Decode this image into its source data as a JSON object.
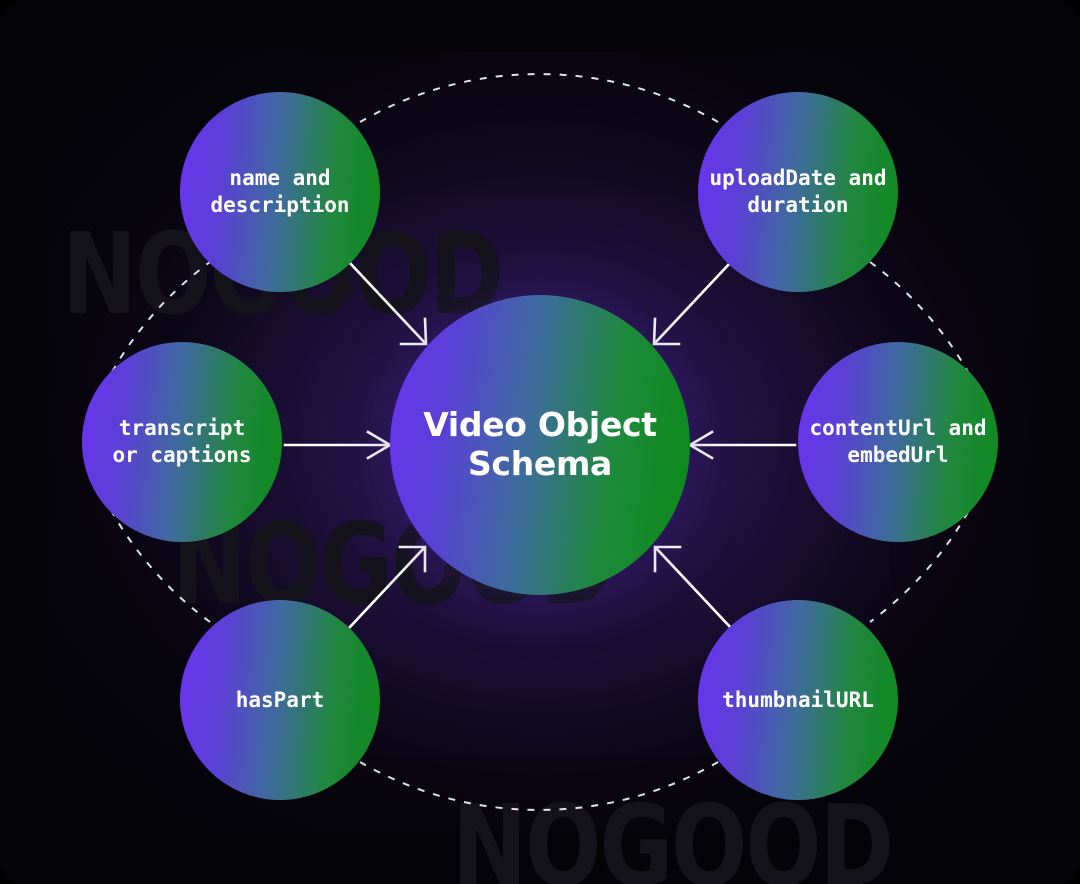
{
  "diagram": {
    "title": "Video Object Schema",
    "watermark_text": "NOGOOD",
    "center": {
      "id": "video-object-schema",
      "label": "Video Object\nSchema"
    },
    "nodes": [
      {
        "id": "name-description",
        "label": "name and\ndescription",
        "position": "top-left"
      },
      {
        "id": "upload-duration",
        "label": "uploadDate and\nduration",
        "position": "top-right"
      },
      {
        "id": "transcript",
        "label": "transcript\nor captions",
        "position": "left"
      },
      {
        "id": "content-embed",
        "label": "contentUrl and\nembedUrl",
        "position": "right"
      },
      {
        "id": "haspart",
        "label": "hasPart",
        "position": "bottom-left"
      },
      {
        "id": "thumbnail",
        "label": "thumbnailURL",
        "position": "bottom-right"
      }
    ],
    "colors": {
      "background": "#040308",
      "glow": "#2e185c",
      "gradient_start": "#6a34f0",
      "gradient_end": "#0e8a1c",
      "connector": "#ffffff",
      "watermark": "#14131c",
      "text": "#ffffff"
    },
    "connectors": {
      "arrow_style": "solid",
      "ring_style": "dashed",
      "arrow_count": 6,
      "direction": "inward"
    }
  }
}
